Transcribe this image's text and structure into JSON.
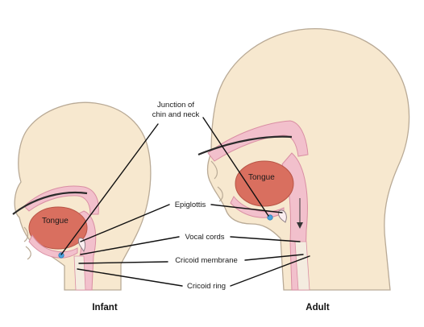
{
  "labels": {
    "junction_line1": "Junction of",
    "junction_line2": "chin and neck",
    "epiglottis": "Epiglottis",
    "vocal_cords": "Vocal cords",
    "cricoid_membrane": "Cricoid membrane",
    "cricoid_ring": "Cricoid ring"
  },
  "tongue_label": "Tongue",
  "captions": {
    "infant": "Infant",
    "adult": "Adult"
  },
  "colors": {
    "skin": "#f7e8cf",
    "skin_outline": "#b9aa96",
    "mucosa": "#f2c0cc",
    "mucosa_edge": "#d98ea3",
    "tongue": "#d96f5f",
    "tongue_edge": "#b85546",
    "airway": "#f4ece0",
    "marker": "#4aa3df"
  }
}
